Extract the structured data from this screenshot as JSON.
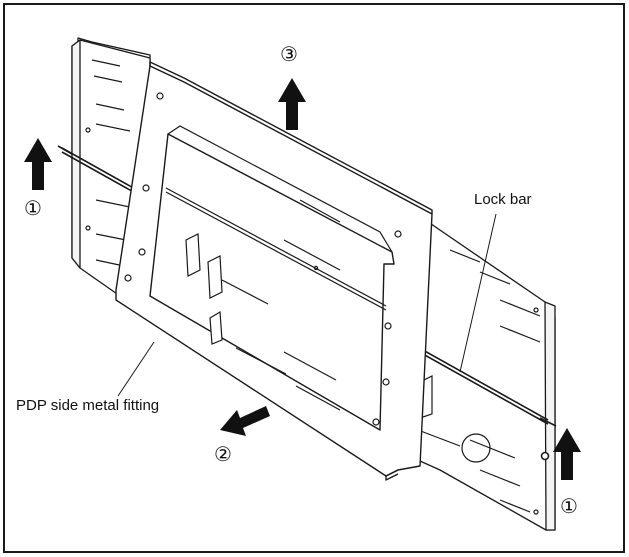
{
  "diagram": {
    "steps": {
      "step1_left": "①",
      "step1_right": "①",
      "step2": "②",
      "step3": "③"
    },
    "labels": {
      "lock_bar": "Lock bar",
      "pdp_fitting": "PDP side metal fitting"
    },
    "colors": {
      "line": "#1a1a1a",
      "background": "#ffffff"
    }
  }
}
